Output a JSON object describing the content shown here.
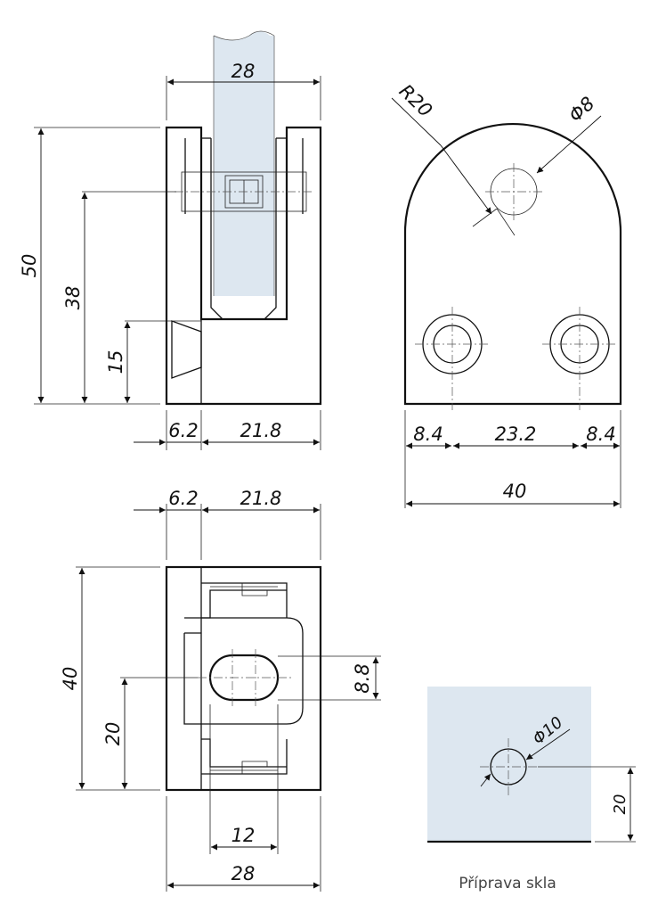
{
  "theme": {
    "glass_color": "#dde7f0",
    "line_color": "#111111"
  },
  "front_view": {
    "dim_top_width": "28",
    "dim_total_height": "50",
    "dim_bolt_height": "38",
    "dim_countersink_height": "15",
    "dim_base_left": "6.2",
    "dim_base_right": "21.8"
  },
  "side_view": {
    "dim_radius": "R20",
    "dim_hole_diameter": "Φ8",
    "dim_edge_left": "8.4",
    "dim_hole_spacing": "23.2",
    "dim_edge_right": "8.4",
    "dim_total_width": "40"
  },
  "bottom_view": {
    "dim_top_left": "6.2",
    "dim_top_right": "21.8",
    "dim_height": "40",
    "dim_slot_center": "20",
    "dim_slot_height": "8.8",
    "dim_slot_width": "12",
    "dim_total_width": "28"
  },
  "glass_prep": {
    "dim_hole_diameter": "Φ10",
    "dim_hole_height": "20",
    "caption": "Příprava skla"
  }
}
